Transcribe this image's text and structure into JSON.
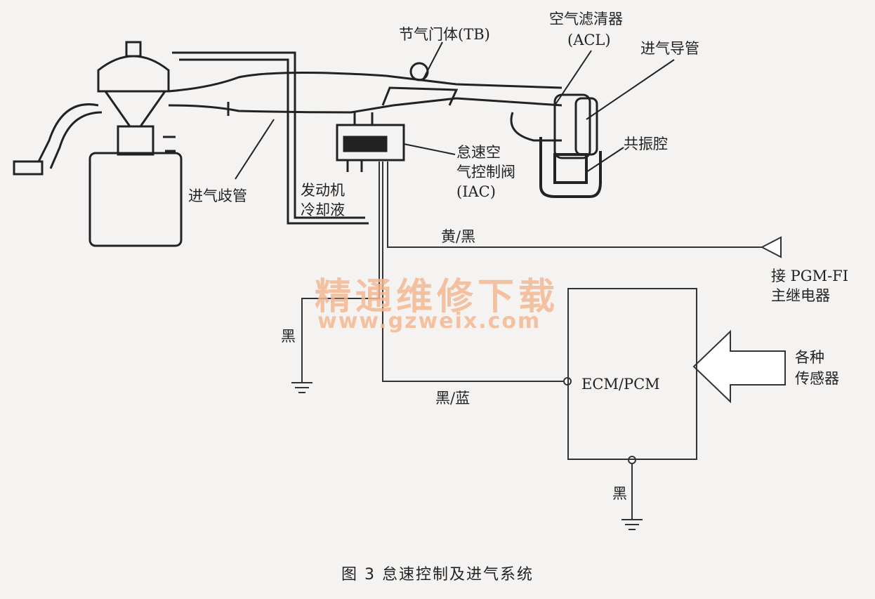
{
  "labels": {
    "tb": "节气门体(TB)",
    "acl_line1": "空气滤清器",
    "acl_line2": "(ACL)",
    "intake_duct": "进气导管",
    "resonator": "共振腔",
    "iac_line1": "怠速空",
    "iac_line2": "气控制阀",
    "iac_line3": "(IAC)",
    "manifold": "进气歧管",
    "coolant_line1": "发动机",
    "coolant_line2": "冷却液",
    "wire_yellow_black": "黄/黑",
    "relay_line1": "接 PGM-FI",
    "relay_line2": "主继电器",
    "ground_black_left": "黑",
    "wire_black_blue": "黑/蓝",
    "ecm": "ECM/PCM",
    "sensors_line1": "各种",
    "sensors_line2": "传感器",
    "ground_black_right": "黑"
  },
  "watermark": {
    "line1": "精通维修下载",
    "line2": "www.gzweix.com"
  },
  "caption": "图 3    怠速控制及进气系统"
}
